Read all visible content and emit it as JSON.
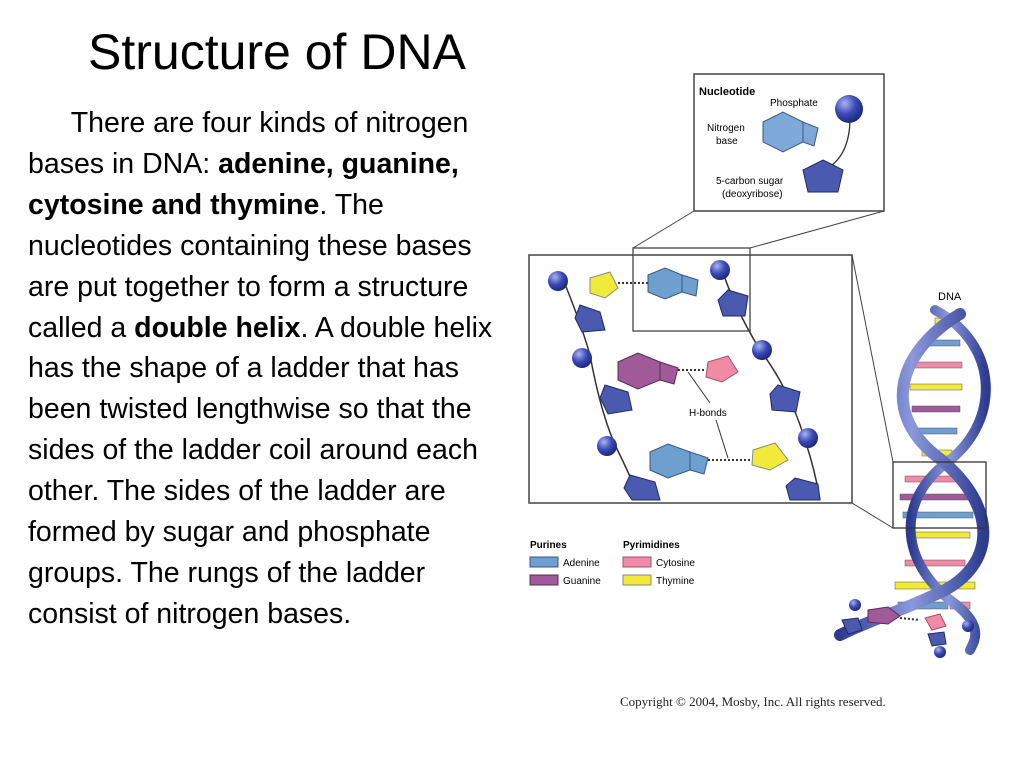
{
  "slide": {
    "title": "Structure of DNA",
    "paragraph": {
      "p1": "There are four kinds of nitrogen bases in DNA: ",
      "bases_bold": "adenine, guanine, cytosine and thymine",
      "p2": ".  The nucleotides containing these bases are put together to form a structure called a ",
      "helix_bold": "double helix",
      "p3": ".  A double helix has the shape of a ladder that has been twisted lengthwise so that the sides of the ladder coil around each other.  The sides of the ladder are formed by sugar and phosphate groups.  The rungs of the ladder consist of nitrogen bases."
    }
  },
  "figure": {
    "nucleotide_box": {
      "title": "Nucleotide",
      "phosphate": "Phosphate",
      "nitrogen_base_line1": "Nitrogen",
      "nitrogen_base_line2": "base",
      "sugar_line1": "5-carbon sugar",
      "sugar_line2": "(deoxyribose)"
    },
    "hbonds_label": "H-bonds",
    "dna_label": "DNA",
    "legend": {
      "purines_heading": "Purines",
      "pyrimidines_heading": "Pyrimidines",
      "adenine": "Adenine",
      "guanine": "Guanine",
      "cytosine": "Cytosine",
      "thymine": "Thymine"
    },
    "colors": {
      "adenine": "#6f9fce",
      "guanine": "#a05a9a",
      "cytosine": "#f08aa6",
      "thymine": "#f2ea3a",
      "backbone": "#4a5ab0",
      "phosphate": "#3b4ab8"
    },
    "copyright": "Copyright © 2004, Mosby, Inc. All rights reserved."
  }
}
